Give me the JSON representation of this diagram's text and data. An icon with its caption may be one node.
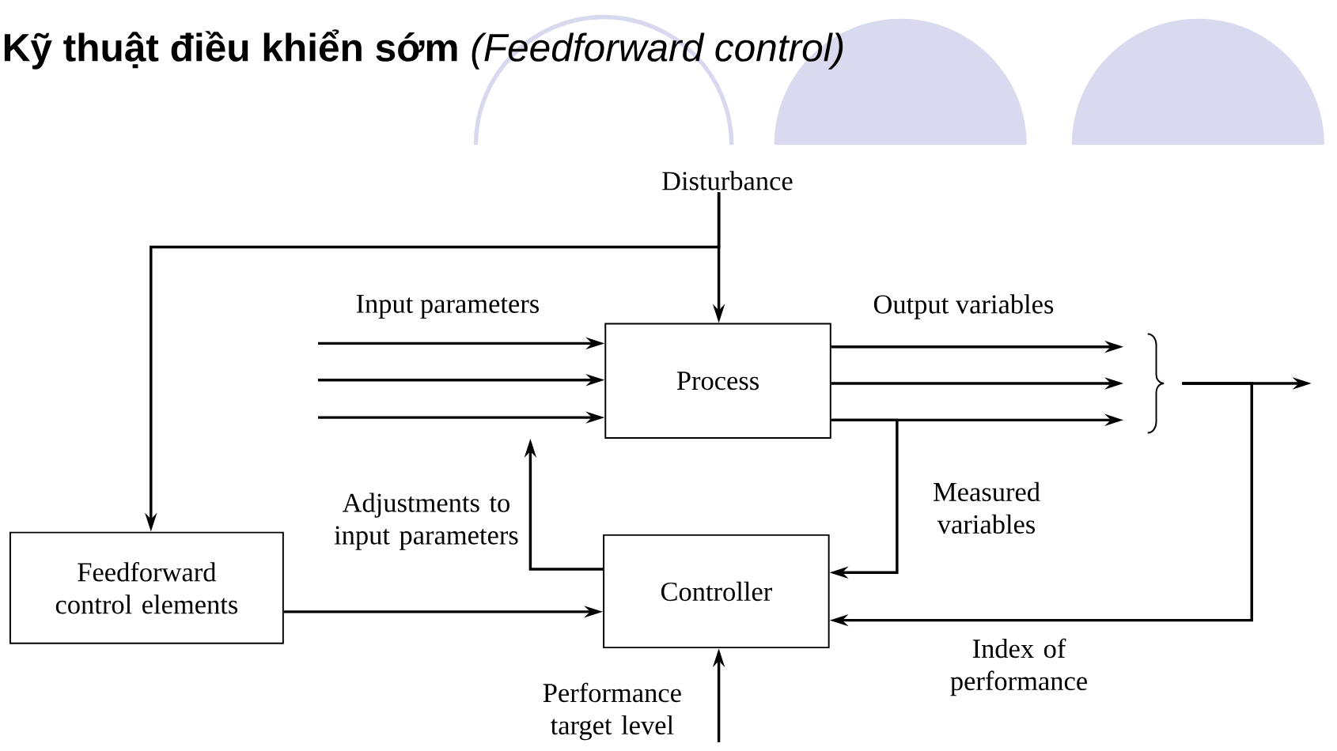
{
  "diagram": {
    "title": "**Kỹ thuật điều khiển sớm** *(Feedforward control)*",
    "nodes": [
      {
        "text": [
          "Disturbance"
        ]
      },
      {
        "text": [
          "Process"
        ]
      },
      {
        "text": [
          "Feedforward control elements"
        ]
      },
      {
        "text": [
          "Controller"
        ]
      },
      {
        "text": [
          "Performance target level"
        ]
      },
      {
        "text": [],
        "shape": "brace"
      }
    ],
    "edges": [
      {
        "from": 0,
        "to": 1,
        "arrow": "to"
      },
      {
        "from": 0,
        "to": 2,
        "arrow": "to"
      },
      {
        "from": null,
        "to": 1,
        "arrow": "to"
      },
      {
        "from": null,
        "to": 1,
        "arrow": "to"
      },
      {
        "from": null,
        "to": 1,
        "arrow": "to"
      },
      {
        "from": 1,
        "to": 5,
        "arrow": "to"
      },
      {
        "from": 1,
        "to": 5,
        "arrow": "to"
      },
      {
        "from": 1,
        "to": 5,
        "arrow": "to"
      },
      {
        "from": 5,
        "to": null,
        "arrow": "to"
      },
      {
        "from": 1,
        "to": 3,
        "arrow": "to",
        "label": "Measured variables"
      },
      {
        "from": 3,
        "to": 1,
        "arrow": "to",
        "label": "Adjustments to input parameters"
      },
      {
        "from": 5,
        "to": 3,
        "arrow": "to",
        "label": "Index of performance"
      },
      {
        "from": 2,
        "to": 3,
        "arrow": "to"
      },
      {
        "from": 4,
        "to": 3,
        "arrow": "to"
      }
    ],
    "labels": [
      "Input parameters",
      "Output variables"
    ]
  }
}
